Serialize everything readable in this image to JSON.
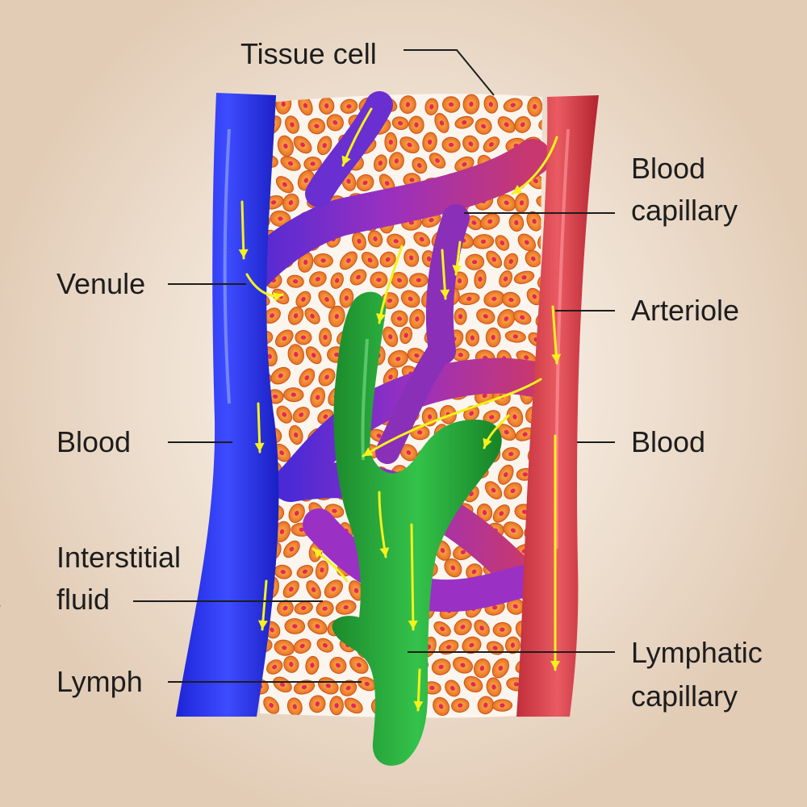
{
  "labels": {
    "tissue_cell": "Tissue cell",
    "blood_capillary_1": "Blood",
    "blood_capillary_2": "capillary",
    "venule": "Venule",
    "arteriole": "Arteriole",
    "blood_left": "Blood",
    "blood_right": "Blood",
    "interstitial_1": "Interstitial",
    "interstitial_2": "fluid",
    "lymph": "Lymph",
    "lymphatic_1": "Lymphatic",
    "lymphatic_2": "capillary"
  },
  "stock_id": "Adobe Stock | #184960409",
  "colors": {
    "venule": "#2433f0",
    "arteriole": "#d8404a",
    "capillary": "#8a2fb8",
    "lymph": "#25a33a",
    "cell_fill": "#f08a2c",
    "cell_nucleus": "#e0285a",
    "arrows": "#f5f21c"
  }
}
